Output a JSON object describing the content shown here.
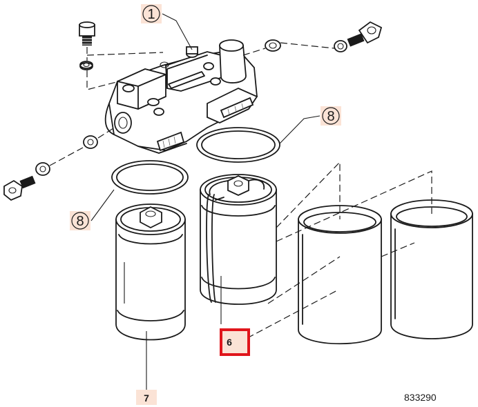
{
  "diagram": {
    "callouts": {
      "head": "1",
      "gasket_right": "8",
      "gasket_left": "8",
      "element_left": "7",
      "element_center": "6"
    },
    "drawing_number": "833290",
    "colors": {
      "line": "#1a1a1a",
      "label_bg": "#fbe3d6",
      "highlight": "#e0151b"
    }
  }
}
